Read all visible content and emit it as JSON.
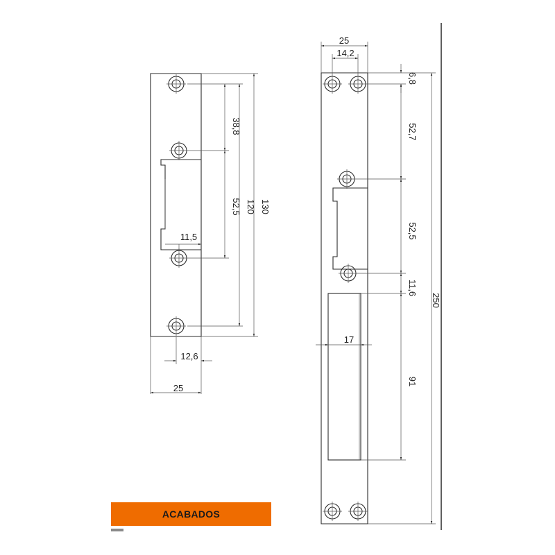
{
  "banner": {
    "label": "ACABADOS",
    "color": "#ef6c00"
  },
  "colors": {
    "line": "#2b2b2b",
    "rule": "#1a1a1a"
  },
  "left_plate": {
    "dimensions": {
      "width_bottom": "25",
      "hole_offset": "12,6",
      "slot_offset": "11,5",
      "spacing_top": "38,8",
      "spacing_mid": "52,5",
      "height_inner": "120",
      "height_total": "130"
    }
  },
  "right_plate": {
    "dimensions": {
      "width_top": "25",
      "hole_spacing": "14,2",
      "top_offset": "6,8",
      "spacing_upper": "52,7",
      "spacing_lower": "52,5",
      "gap_to_slot": "11,6",
      "slot_width": "17",
      "slot_height": "91",
      "height_total": "250"
    }
  }
}
